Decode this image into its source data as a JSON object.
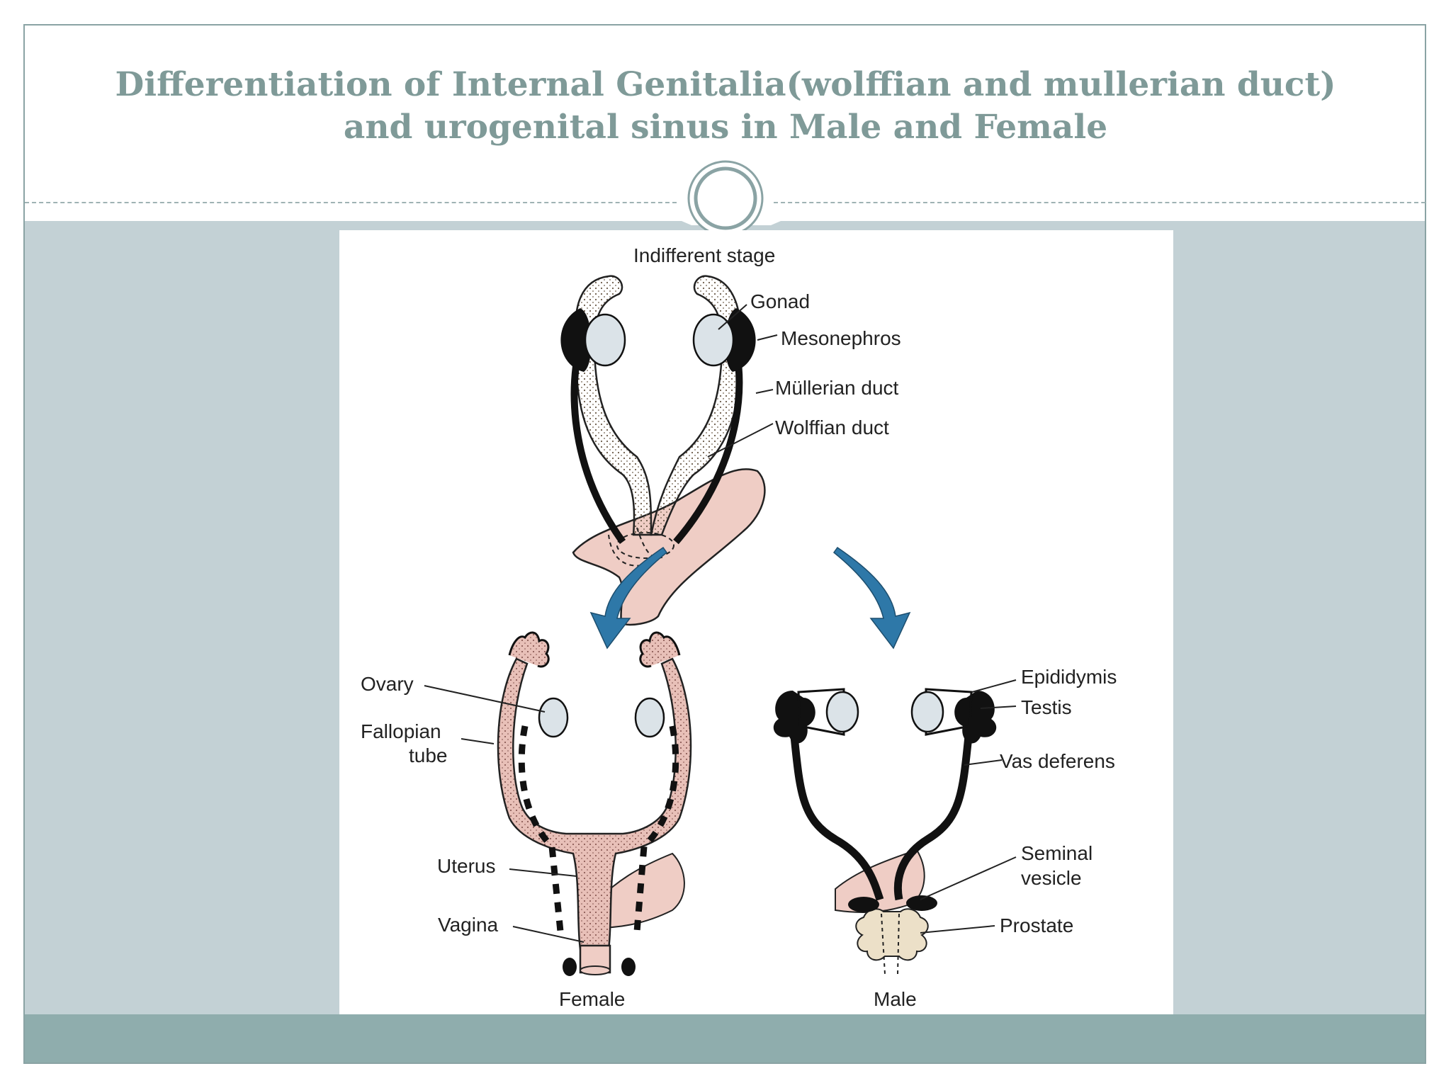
{
  "slide": {
    "title_line1": "Differentiation of Internal Genitalia(wolffian and mullerian duct)",
    "title_line2": "and urogenital sinus in Male and Female"
  },
  "colors": {
    "title": "#7f9a98",
    "content_band": "#c3d1d5",
    "footer_band": "#8fadad",
    "arrow": "#2e78a8",
    "tissue_pink": "#efcdc5",
    "tissue_beige": "#ece0c8",
    "duct_black": "#111111"
  },
  "diagram": {
    "stage_title": "Indifferent stage",
    "indifferent_labels": {
      "gonad": "Gonad",
      "mesonephros": "Mesonephros",
      "mullerian": "Müllerian duct",
      "wolffian": "Wolffian duct"
    },
    "female_labels": {
      "ovary": "Ovary",
      "fallopian_1": "Fallopian",
      "fallopian_2": "tube",
      "uterus": "Uterus",
      "vagina": "Vagina",
      "caption": "Female"
    },
    "male_labels": {
      "epididymis": "Epididymis",
      "testis": "Testis",
      "vas": "Vas deferens",
      "seminal_1": "Seminal",
      "seminal_2": "vesicle",
      "prostate": "Prostate",
      "caption": "Male"
    }
  }
}
